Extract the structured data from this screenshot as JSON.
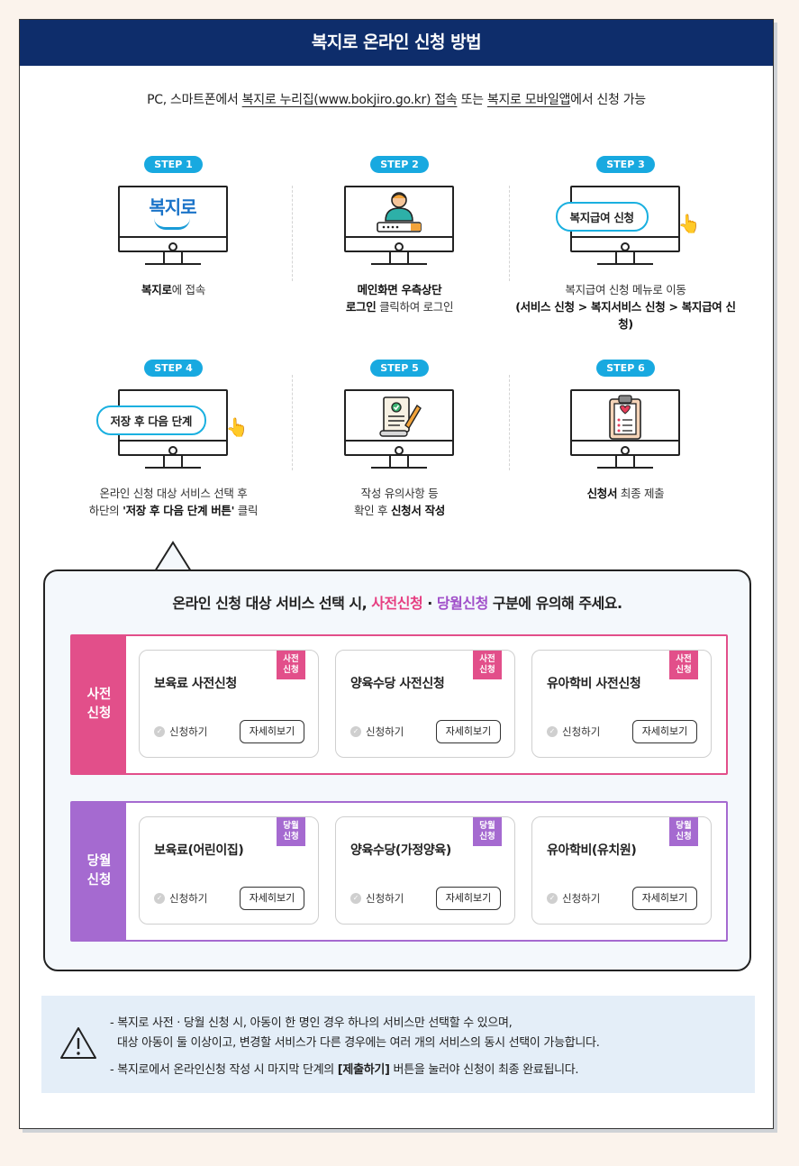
{
  "title": "복지로 온라인 신청 방법",
  "intro": {
    "prefix": "PC, 스마트폰에서 ",
    "link1": "복지로 누리집(www.bokjiro.go.kr) 접속",
    "middle": " 또는 ",
    "link2": "복지로 모바일앱",
    "suffix": "에서 신청 가능"
  },
  "steps": [
    {
      "badge": "STEP 1",
      "icon": "bokjiro-logo-icon",
      "screen_text": "복지로",
      "caption_bold": "복지로",
      "caption_rest": "에 접속"
    },
    {
      "badge": "STEP 2",
      "icon": "user-login-icon",
      "caption_line1": "메인화면 우측상단",
      "caption_line2_bold": "로그인",
      "caption_line2_rest": " 클릭하여 로그인"
    },
    {
      "badge": "STEP 3",
      "icon": "pointer-hand-icon",
      "bubble": "복지급여 신청",
      "caption_line1": "복지급여 신청 메뉴로 이동",
      "caption_line2": "(서비스 신청 > 복지서비스 신청 > 복지급여 신청)"
    },
    {
      "badge": "STEP 4",
      "icon": "pointer-hand-icon",
      "bubble": "저장 후 다음 단계",
      "caption_line1": "온라인 신청 대상 서비스 선택 후",
      "caption_line2_pre": "하단의 ",
      "caption_line2_bold": "'저장 후 다음 단계 버튼'",
      "caption_line2_rest": " 클릭"
    },
    {
      "badge": "STEP 5",
      "icon": "document-pen-icon",
      "caption_line1": "작성 유의사항 등",
      "caption_line2_pre": "확인 후 ",
      "caption_line2_bold": "신청서 작성"
    },
    {
      "badge": "STEP 6",
      "icon": "clipboard-heart-icon",
      "caption_bold": "신청서",
      "caption_rest": " 최종 제출"
    }
  ],
  "notice": {
    "title_pre": "온라인 신청 대상 서비스 선택 시, ",
    "title_pink": "사전신청",
    "title_mid": " · ",
    "title_purple": "당월신청",
    "title_post": " 구분에 유의해 주세요."
  },
  "groups": [
    {
      "label_line1": "사전",
      "label_line2": "신청",
      "color": "#e24f8a",
      "services": [
        {
          "name": "보육료 사전신청",
          "tag_line1": "사전",
          "tag_line2": "신청",
          "apply": "신청하기",
          "detail": "자세히보기"
        },
        {
          "name": "양육수당 사전신청",
          "tag_line1": "사전",
          "tag_line2": "신청",
          "apply": "신청하기",
          "detail": "자세히보기"
        },
        {
          "name": "유아학비 사전신청",
          "tag_line1": "사전",
          "tag_line2": "신청",
          "apply": "신청하기",
          "detail": "자세히보기"
        }
      ]
    },
    {
      "label_line1": "당월",
      "label_line2": "신청",
      "color": "#a56ad0",
      "services": [
        {
          "name": "보육료(어린이집)",
          "tag_line1": "당월",
          "tag_line2": "신청",
          "apply": "신청하기",
          "detail": "자세히보기"
        },
        {
          "name": "양육수당(가정양육)",
          "tag_line1": "당월",
          "tag_line2": "신청",
          "apply": "신청하기",
          "detail": "자세히보기"
        },
        {
          "name": "유아학비(유치원)",
          "tag_line1": "당월",
          "tag_line2": "신청",
          "apply": "신청하기",
          "detail": "자세히보기"
        }
      ]
    }
  ],
  "warning": {
    "line1": "- 복지로 사전 · 당월 신청 시, 아동이 한 명인 경우 하나의 서비스만 선택할 수 있으며,",
    "line2": "대상 아동이 둘 이상이고, 변경할 서비스가 다른 경우에는 여러 개의 서비스의 동시 선택이 가능합니다.",
    "line3_pre": "- 복지로에서 온라인신청 작성 시 마지막 단계의 ",
    "line3_bold": "[제출하기]",
    "line3_post": " 버튼을 눌러야 신청이 최종 완료됩니다."
  }
}
